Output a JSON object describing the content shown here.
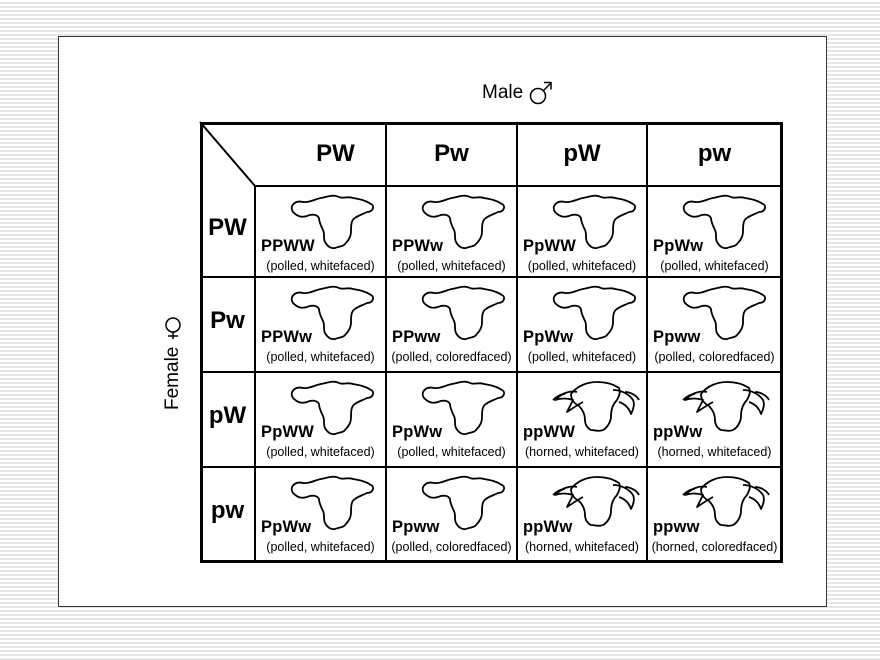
{
  "title": "Dihybrid Punnett square: polled and whitefaced cattle",
  "male_axis": {
    "label": "Male",
    "symbol": "male-symbol"
  },
  "female_axis": {
    "label": "Female",
    "symbol": "female-symbol"
  },
  "male_gametes": [
    "PW",
    "Pw",
    "pW",
    "pw"
  ],
  "female_gametes": [
    "PW",
    "Pw",
    "pW",
    "pw"
  ],
  "rows": [
    {
      "cells": [
        {
          "genotype": "PPWW",
          "phenotype": "(polled, whitefaced)",
          "icon": "polled-cow-head-icon"
        },
        {
          "genotype": "PPWw",
          "phenotype": "(polled, whitefaced)",
          "icon": "polled-cow-head-icon"
        },
        {
          "genotype": "PpWW",
          "phenotype": "(polled, whitefaced)",
          "icon": "polled-cow-head-icon"
        },
        {
          "genotype": "PpWw",
          "phenotype": "(polled, whitefaced)",
          "icon": "polled-cow-head-icon"
        }
      ]
    },
    {
      "cells": [
        {
          "genotype": "PPWw",
          "phenotype": "(polled, whitefaced)",
          "icon": "polled-cow-head-icon"
        },
        {
          "genotype": "PPww",
          "phenotype": "(polled, coloredfaced)",
          "icon": "polled-cow-head-icon"
        },
        {
          "genotype": "PpWw",
          "phenotype": "(polled, whitefaced)",
          "icon": "polled-cow-head-icon"
        },
        {
          "genotype": "Ppww",
          "phenotype": "(polled, coloredfaced)",
          "icon": "polled-cow-head-icon"
        }
      ]
    },
    {
      "cells": [
        {
          "genotype": "PpWW",
          "phenotype": "(polled, whitefaced)",
          "icon": "polled-cow-head-icon"
        },
        {
          "genotype": "PpWw",
          "phenotype": "(polled, whitefaced)",
          "icon": "polled-cow-head-icon"
        },
        {
          "genotype": "ppWW",
          "phenotype": "(horned, whitefaced)",
          "icon": "horned-cow-head-icon"
        },
        {
          "genotype": "ppWw",
          "phenotype": "(horned, whitefaced)",
          "icon": "horned-cow-head-icon"
        }
      ]
    },
    {
      "cells": [
        {
          "genotype": "PpWw",
          "phenotype": "(polled, whitefaced)",
          "icon": "polled-cow-head-icon"
        },
        {
          "genotype": "Ppww",
          "phenotype": "(polled, coloredfaced)",
          "icon": "polled-cow-head-icon"
        },
        {
          "genotype": "ppWw",
          "phenotype": "(horned, whitefaced)",
          "icon": "horned-cow-head-icon"
        },
        {
          "genotype": "ppww",
          "phenotype": "(horned, coloredfaced)",
          "icon": "horned-cow-head-icon"
        }
      ]
    }
  ]
}
